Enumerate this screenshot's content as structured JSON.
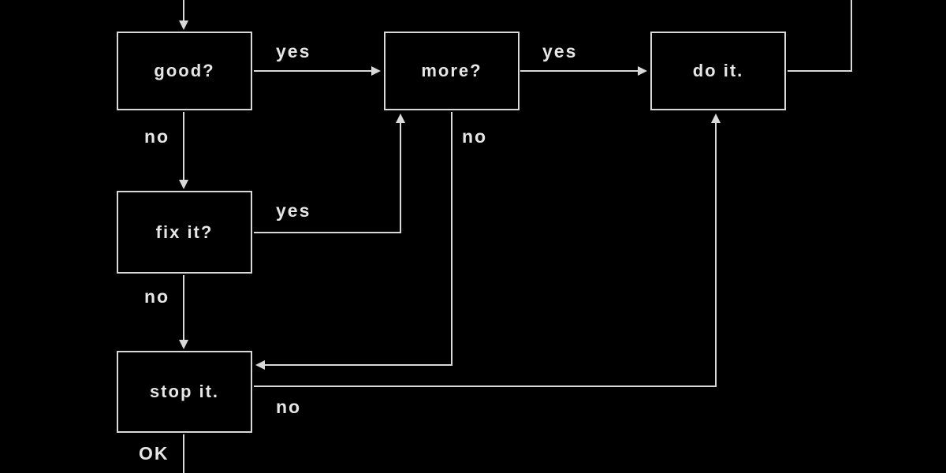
{
  "diagram": {
    "type": "flowchart",
    "colors": {
      "background": "#000000",
      "foreground": "#e6e6e6",
      "line": "#d9d9d9"
    }
  },
  "nodes": {
    "good": {
      "label": "good?"
    },
    "more": {
      "label": "more?"
    },
    "do_it": {
      "label": "do it."
    },
    "fix_it": {
      "label": "fix it?"
    },
    "stop_it": {
      "label": "stop it."
    }
  },
  "edges": {
    "good_to_more": {
      "label": "yes"
    },
    "more_to_do_it": {
      "label": "yes"
    },
    "good_to_fix_it": {
      "label": "no"
    },
    "more_to_stop_it": {
      "label": "no"
    },
    "fix_it_to_more": {
      "label": "yes"
    },
    "fix_it_to_stop_it": {
      "label": "no"
    },
    "stop_it_to_do_it": {
      "label": "no"
    },
    "stop_it_exit": {
      "label": "OK"
    }
  }
}
